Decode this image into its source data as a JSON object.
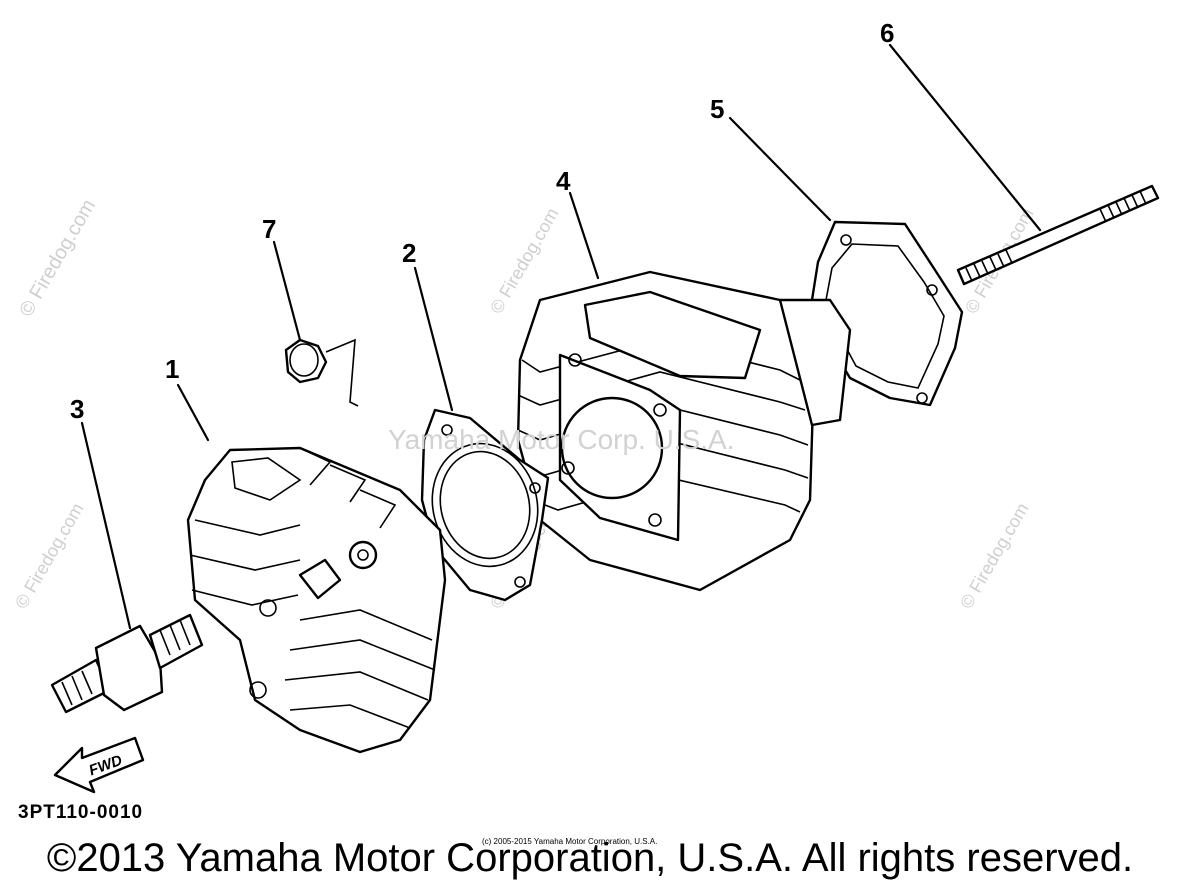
{
  "watermarks": {
    "site": "© Firedog.com",
    "center": "Yamaha Motor Corp. U.S.A."
  },
  "callouts": {
    "p1": "1",
    "p2": "2",
    "p3": "3",
    "p4": "4",
    "p5": "5",
    "p6": "6",
    "p7": "7"
  },
  "fwd_label": "FWD",
  "part_code": "3PT110-0010",
  "copyright_small": "(c) 2005-2015 Yamaha Motor Corporation, U.S.A.",
  "copyright": "©2013 Yamaha Motor Corporation, U.S.A. All rights reserved."
}
